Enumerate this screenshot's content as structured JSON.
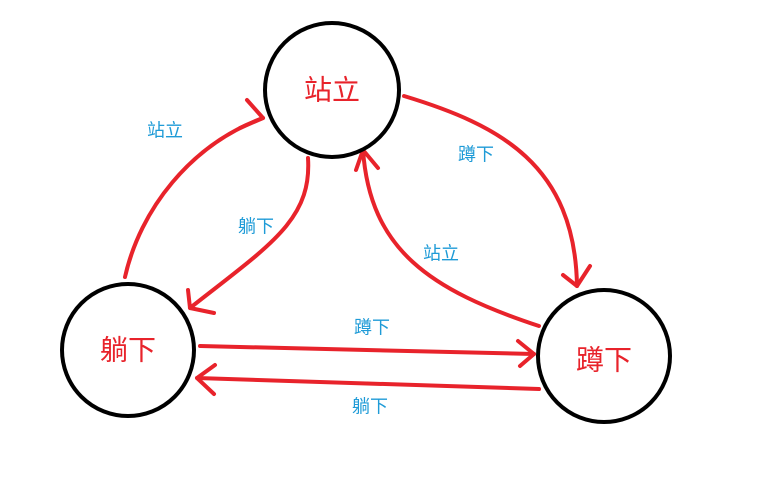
{
  "colors": {
    "state_text": "#e8232b",
    "edge_line": "#e8232b",
    "edge_label": "#1f9bd7",
    "node_border": "#000000"
  },
  "states": {
    "stand": "站立",
    "lie": "躺下",
    "crouch": "蹲下"
  },
  "transitions": {
    "lie_to_stand": "站立",
    "stand_to_lie": "躺下",
    "stand_to_crouch": "蹲下",
    "crouch_to_stand": "站立",
    "lie_to_crouch": "蹲下",
    "crouch_to_lie": "躺下"
  }
}
